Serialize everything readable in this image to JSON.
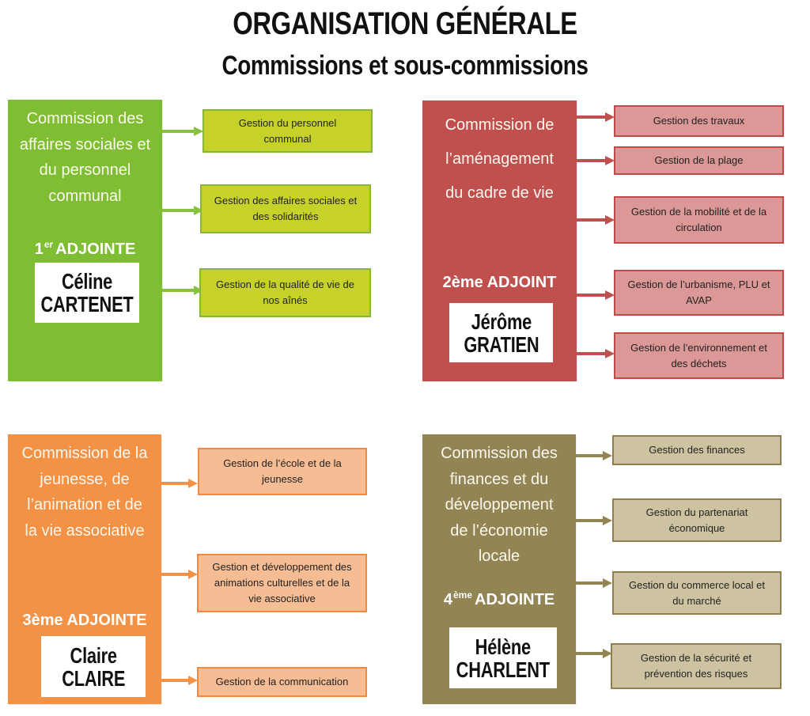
{
  "title": "ORGANISATION GÉNÉRALE",
  "subtitle": "Commissions et sous-commissions",
  "commissions": [
    {
      "id": "social",
      "color": "#7fbd33",
      "title": "Commission des\naffaires sociales et\ndu personnel\ncommunal",
      "role_main": "1",
      "role_sup": "er",
      "role_rest": "ADJOINTE",
      "name": "Céline\nCARTENET",
      "subcommissions": [
        "Gestion du personnel\ncommunal",
        "Gestion des affaires sociales et\ndes solidarités",
        "Gestion de la qualité de vie de\nnos  aînés"
      ]
    },
    {
      "id": "amenagement",
      "color": "#c0504d",
      "title": "Commission de\nl’aménagement\ndu cadre de vie",
      "role": "2ème ADJOINT",
      "name": "Jérôme\nGRATIEN",
      "subcommissions": [
        "Gestion des travaux",
        "Gestion de la plage",
        "Gestion de la mobilité et de la\ncirculation",
        "Gestion de l’urbanisme, PLU et\nAVAP",
        "Gestion de l’environnement et\ndes déchets"
      ]
    },
    {
      "id": "jeunesse",
      "color": "#f39245",
      "title": "Commission de la\njeunesse, de\nl’animation et de\nla vie associative",
      "role": "3ème ADJOINTE",
      "name": "Claire\nCLAIRE",
      "subcommissions": [
        "Gestion de l’école et de la\njeunesse",
        "Gestion et développement des\nanimations culturelles et de la\nvie associative",
        "Gestion de la communication"
      ]
    },
    {
      "id": "finances",
      "color": "#938453",
      "title": "Commission des\nfinances et du\ndéveloppement\nde l’économie\nlocale",
      "role_main": "4",
      "role_sup": "ème",
      "role_rest": "ADJOINTE",
      "name": "Hélène\nCHARLENT",
      "subcommissions": [
        "Gestion des finances",
        "Gestion du partenariat\néconomique",
        "Gestion du commerce local et\ndu marché",
        "Gestion de la sécurité et\nprévention des risques"
      ]
    }
  ]
}
